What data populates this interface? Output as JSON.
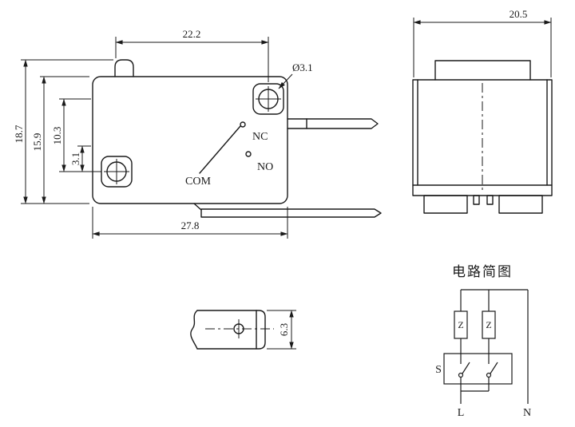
{
  "style": {
    "background": "#ffffff",
    "line_color": "#1a1a1a"
  },
  "front_view": {
    "dim_top_width": "22.2",
    "dim_hole_diameter": "Ø3.1",
    "dim_total_height": "18.7",
    "dim_body_height": "15.9",
    "dim_hole_spacing": "10.3",
    "dim_hole_edge_offset": "3.1",
    "dim_bottom_width": "27.8",
    "label_nc": "NC",
    "label_no": "NO",
    "label_com": "COM"
  },
  "side_view": {
    "dim_width": "20.5"
  },
  "lever_section_view": {
    "dim_height": "6.3"
  },
  "circuit_diagram": {
    "title": "电路简图",
    "label_z_left": "Z",
    "label_z_right": "Z",
    "label_switch": "S",
    "label_live": "L",
    "label_neutral": "N"
  }
}
